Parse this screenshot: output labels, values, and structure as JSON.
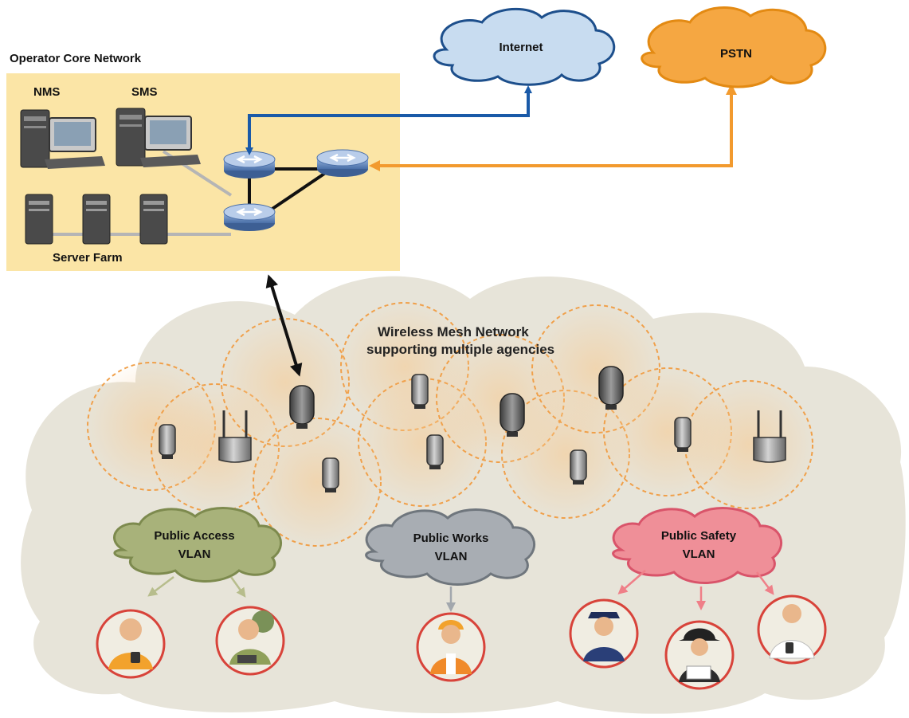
{
  "core": {
    "title": "Operator Core Network",
    "nms_label": "NMS",
    "sms_label": "SMS",
    "server_farm_label": "Server Farm",
    "panel_color": "#fbe5a6"
  },
  "internet": {
    "label": "Internet",
    "fill": "#c8dcf0",
    "stroke": "#1d4f8c"
  },
  "pstn": {
    "label": "PSTN",
    "fill": "#f5a742",
    "stroke": "#e38a13"
  },
  "mesh": {
    "title_line1": "Wireless Mesh Network",
    "title_line2": "supporting multiple agencies",
    "ring_color": "#f0a04a"
  },
  "vlans": [
    {
      "line1": "Public Access",
      "line2": "VLAN",
      "fill": "#a8b27a",
      "stroke": "#7d8a4e"
    },
    {
      "line1": "Public Works",
      "line2": "VLAN",
      "fill": "#a8adb3",
      "stroke": "#6f767d"
    },
    {
      "line1": "Public Safety",
      "line2": "VLAN",
      "fill": "#ef8f98",
      "stroke": "#d9546a"
    }
  ],
  "colors": {
    "internet_link": "#1a5aa8",
    "pstn_link": "#f29a2e",
    "backhaul": "#111111"
  }
}
